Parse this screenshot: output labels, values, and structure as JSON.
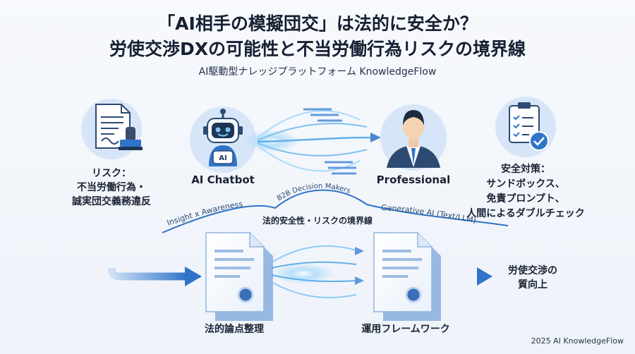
{
  "header": {
    "title_line1": "「AI相手の模擬団交」は法的に安全か？",
    "title_line2": "労使交渉DXの可能性と不当労働行為リスクの境界線",
    "subtitle": "AI駆動型ナレッジプラットフォーム KnowledgeFlow"
  },
  "nodes": {
    "risk": {
      "line1": "リスク：",
      "line2": "不当労働行為・",
      "line3": "誠実団交義務違反"
    },
    "chatbot": {
      "label": "AI Chatbot",
      "badge": "AI"
    },
    "professional": {
      "label": "Professional"
    },
    "safety": {
      "line1": "安全対策：",
      "line2": "サンドボックス、",
      "line3": "免責プロンプト、",
      "line4": "人間によるダブルチェック"
    },
    "legal_doc": {
      "label": "法的論点整理"
    },
    "framework_doc": {
      "label": "運用フレームワーク"
    },
    "outcome": {
      "line1": "労使交渉の",
      "line2": "質向上"
    }
  },
  "wave": {
    "left": "Insight x Awareness",
    "middle": "B2B Decision Makers",
    "right": "Generative AI (Text/LLM)",
    "center": "法的安全性・リスクの境界線"
  },
  "footer": {
    "copyright": "2025 AI KnowledgeFlow"
  },
  "colors": {
    "accent": "#2f74c8",
    "light_accent": "#cfe1f6",
    "dark_navy": "#1e3557",
    "glow": "#7ec4f4"
  }
}
